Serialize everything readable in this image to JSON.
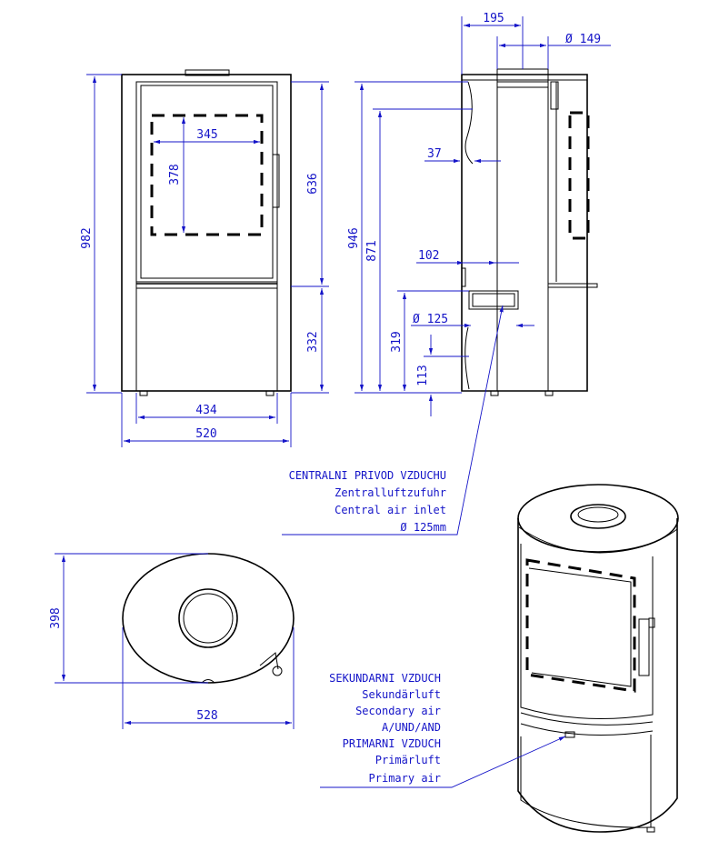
{
  "dimensions": {
    "front_width_inner": "434",
    "front_width_outer": "520",
    "front_height_total": "982",
    "front_door_height": "636",
    "front_base_height": "332",
    "window_width": "345",
    "window_height": "378",
    "side_flue_offset": "195",
    "flue_diameter": "Ø 149",
    "side_height_946": "946",
    "side_height_871": "871",
    "side_37": "37",
    "side_102": "102",
    "air_inlet_diameter": "Ø 125",
    "side_height_319": "319",
    "side_height_113": "113",
    "top_depth": "398",
    "top_width": "528"
  },
  "notes": {
    "central_air": [
      "CENTRALNI PRIVOD VZDUCHU",
      "Zentralluftzufuhr",
      "Central air inlet",
      "Ø 125mm"
    ],
    "air_controls": [
      "SEKUNDARNI VZDUCH",
      "Sekundärluft",
      "Secondary air",
      "A/UND/AND",
      "PRIMARNI VZDUCH",
      "Primärluft",
      "Primary air"
    ]
  },
  "colors": {
    "drawing": "#000000",
    "dimension": "#1414c8"
  }
}
